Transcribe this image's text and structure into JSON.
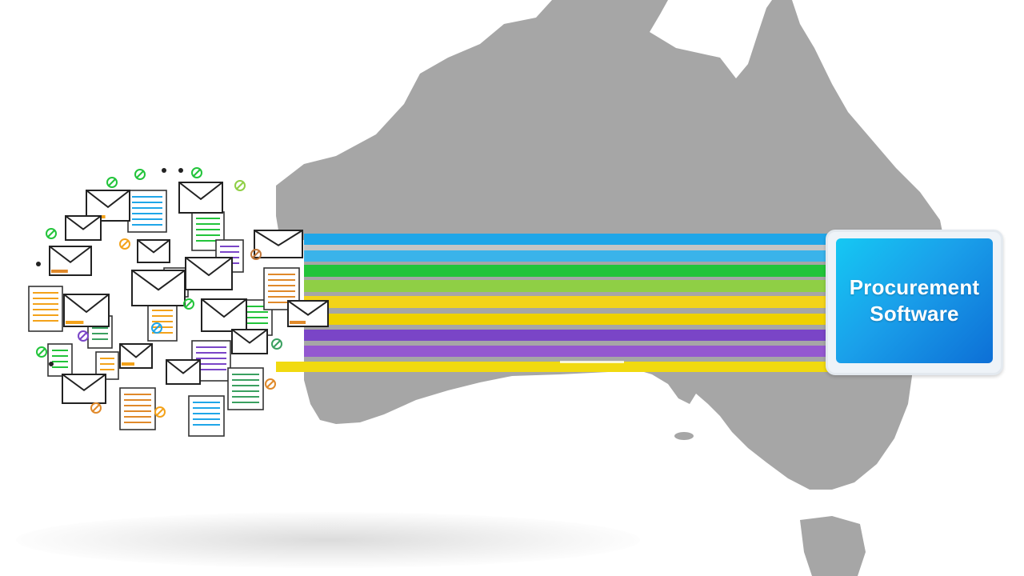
{
  "label": {
    "line1": "Procurement",
    "line2": "Software"
  },
  "icons": {
    "document_cluster": "documents-and-envelopes-icon-cluster",
    "map": "australia-map"
  },
  "colors": {
    "map": "#a6a6a6",
    "stream_blue": "#1fa6e8",
    "stream_green": "#22c43a",
    "stream_lightgreen": "#8fcf45",
    "stream_yellow": "#f3d31a",
    "stream_purple": "#7a45c7",
    "box_blue": "#1aa0ea"
  }
}
